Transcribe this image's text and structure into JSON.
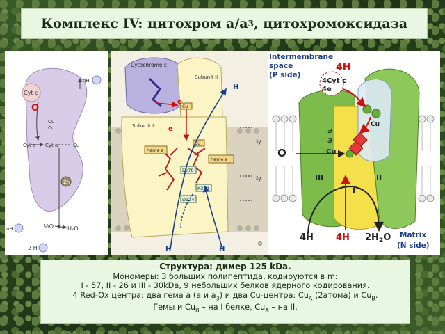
{
  "title": {
    "main": "Комплекс IV: цитохром а/а",
    "sub": "3",
    "rest": ", цитохромоксидаза"
  },
  "left_panel": {
    "cytc": "Cyt c",
    "o_minus": "O",
    "cua1": "Cu",
    "cua2": "Cu",
    "cyta": "Cyt a",
    "cyta3": "Cyt a",
    "cub": "Cu",
    "zn": "Zn",
    "nh_top": "nH",
    "nh_left": "nH",
    "o2_frac": "½O",
    "plus": "+",
    "h_bottom": "2 H",
    "h2o": "H₂O"
  },
  "middle_panel": {
    "cytochrome_c": "Cytochrome c",
    "subunit2": "Subunit II",
    "subunit1": "Subunit I",
    "heme_a": "heme a",
    "heme_a3": "heme a",
    "cua": "Cu",
    "cub": "Cu",
    "e278": "E278",
    "k354": "K354",
    "d124": "D124",
    "e_top": "e",
    "e_mid": "e",
    "hp_top": "H",
    "hp_bottom": "H",
    "hk_bottom": "H",
    "mark1": "¹/",
    "mark2": "²/",
    "copyright": "©"
  },
  "right_panel": {
    "ims1": "Intermembrane",
    "ims2": "space",
    "ims3": "(P side)",
    "h4_top": "4H",
    "cyt4": "4Cyt c",
    "e4": "4e",
    "cua": "Cu",
    "a": "a",
    "a3": "a",
    "cub": "Cu",
    "o2": "O",
    "iii": "III",
    "ii": "II",
    "i": "I",
    "h4_left": "4H",
    "h4_mid": "4H",
    "h2o": "2H",
    "h2o_o": "O",
    "matrix1": "Matrix",
    "matrix2": "(N side)"
  },
  "caption": {
    "line1": "Структура: димер 125 kDa.",
    "line2": "Мономеры: 3 больших полипептида, кодируются в m:",
    "line3": "I - 57, II - 26 и III - 30kDa,  9 небольших белков ядерного кодирования.",
    "line4a": "4 Red-Ox центра: два гема а (а и а",
    "line4b": ") и два Cu-центра: Cu",
    "line4c": " (2атома)  и Cu",
    "line5a": "Гемы и Cu",
    "line5b": " – на I белке, Cu",
    "line5c": " – на II."
  },
  "colors": {
    "title_bg": "#e9f6e1",
    "bg_green": "#2f4a22",
    "red": "#d11a1a",
    "protein_green": "#7dbb4a",
    "yellow": "#f4e04a"
  }
}
